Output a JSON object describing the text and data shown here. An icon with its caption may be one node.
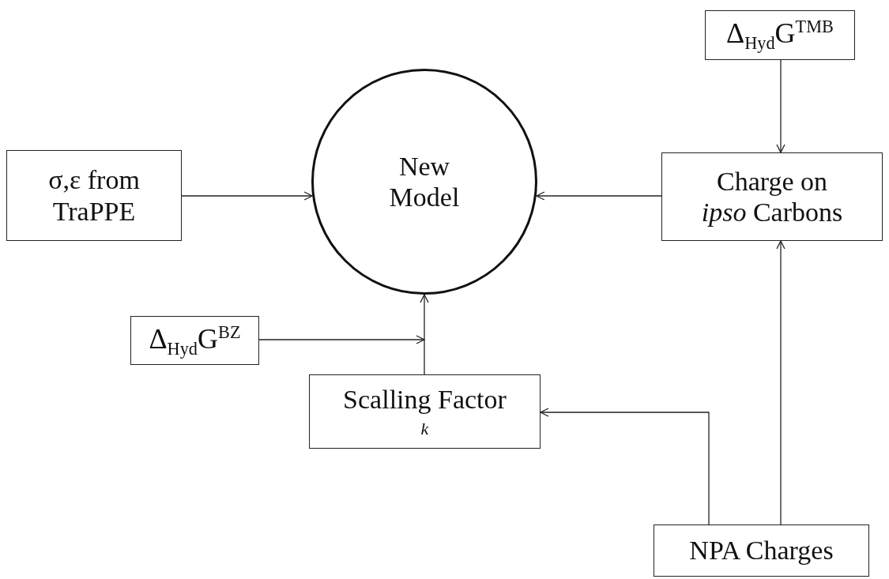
{
  "diagram": {
    "nodes": [
      {
        "text": [
          "σ,ε from TraPPE"
        ]
      },
      {
        "text": [
          "New Model"
        ]
      },
      {
        "text": [
          "Δ$_{Hyd}$G$^{TMB}$"
        ]
      },
      {
        "text": [
          "Charge on *ipso* Carbons"
        ]
      },
      {
        "text": [
          "Δ$_{Hyd}$G$^{BZ}$"
        ]
      },
      {
        "text": [
          "Scalling Factor",
          "k"
        ]
      },
      {
        "text": [
          "NPA Charges"
        ]
      }
    ],
    "edges": [
      {
        "from": 0,
        "to": 1,
        "arrow": "to"
      },
      {
        "from": 2,
        "to": 3,
        "arrow": "to"
      },
      {
        "from": 3,
        "to": 1,
        "arrow": "to"
      },
      {
        "from": 5,
        "to": 1,
        "arrow": "to"
      },
      {
        "from": 4,
        "to": 1,
        "arrow": "to"
      },
      {
        "from": 6,
        "to": 5,
        "arrow": "to"
      },
      {
        "from": 6,
        "to": 3,
        "arrow": "to"
      }
    ]
  }
}
